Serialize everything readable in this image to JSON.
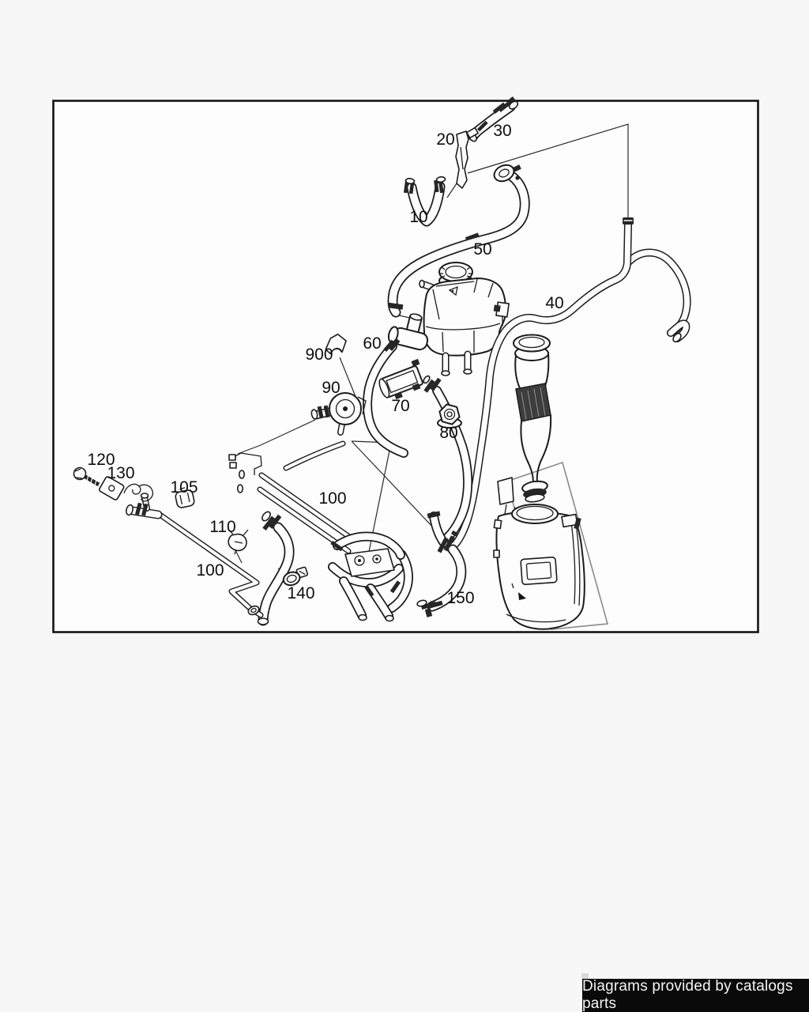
{
  "page": {
    "background": "#f7f7f7"
  },
  "diagram": {
    "background": "#fdfdfd",
    "border_color": "#141414",
    "line_color": "#1c1c1c",
    "panel_gray": "#8a8a8a",
    "callouts": [
      {
        "label": "10"
      },
      {
        "label": "20"
      },
      {
        "label": "30"
      },
      {
        "label": "40"
      },
      {
        "label": "50"
      },
      {
        "label": "60"
      },
      {
        "label": "70"
      },
      {
        "label": "80"
      },
      {
        "label": "90"
      },
      {
        "label": "900"
      },
      {
        "label": "100"
      },
      {
        "label": "100"
      },
      {
        "label": "105"
      },
      {
        "label": "110"
      },
      {
        "label": "120"
      },
      {
        "label": "130"
      },
      {
        "label": "140"
      },
      {
        "label": "150"
      }
    ]
  },
  "footer": {
    "text": "Diagrams provided by catalogs parts",
    "background": "#0a0a0a",
    "text_color": "#f5f5f5"
  }
}
